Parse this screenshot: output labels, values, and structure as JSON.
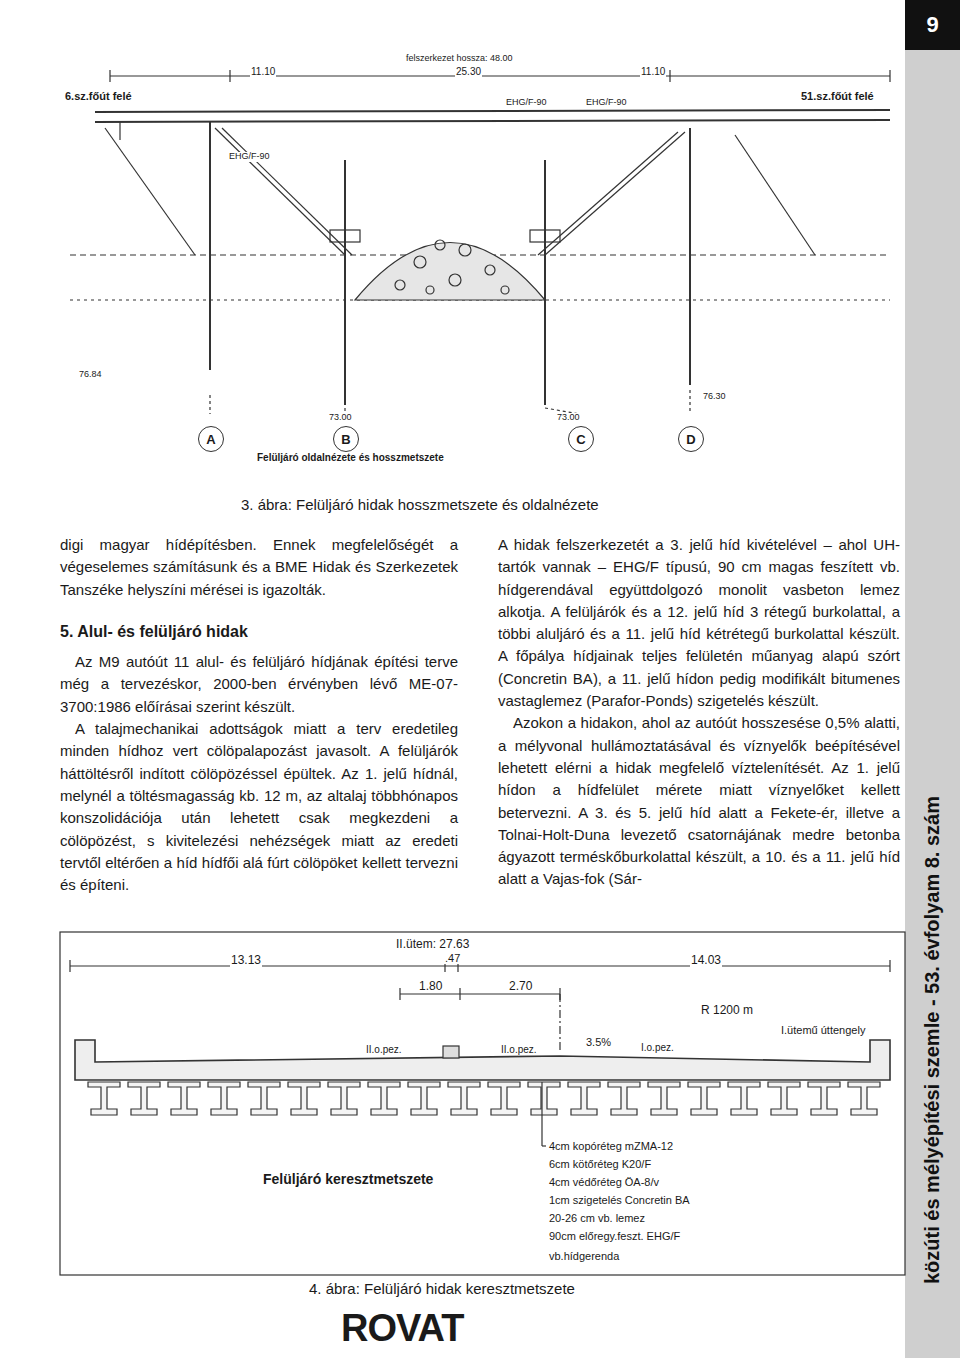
{
  "diagram": {
    "nodes": [
      {
        "text": [
          "9"
        ]
      },
      {
        "text": [
          "A"
        ]
      },
      {
        "text": [
          "B"
        ]
      },
      {
        "text": [
          "C"
        ]
      },
      {
        "text": [
          "D"
        ]
      }
    ],
    "labels": [
      "felszerkezet hossza: 48.00",
      "6.sz.főút felé",
      "51.sz.főút felé",
      "25.30",
      "11.10",
      "11.10",
      "EHG/F-90",
      "EHG/F-90",
      "EHG/F-90",
      "73.00",
      "73.00",
      "76.84",
      "76.30",
      "Felüljáró oldalnézete és hosszmetszete",
      "3. ábra: Felüljáró hidak hosszmetszete és oldalnézete",
      "digi magyar hídépítésben. Ennek megfelelőségét a végeselemes számításunk és a BME Hidak és Szerkezetek Tanszéke helyszíni mérései is igazolták.",
      "5. Alul- és felüljáró hidak",
      "Az M9 autóút 11 alul- és felüljáró hídjának építési terve még a tervezéskor, 2000-ben érvényben lévő ME-07-3700:1986 előírásai szerint készült.",
      "A talajmechanikai adottságok miatt a terv eredetileg minden hídhoz vert cölöpalapozást javasolt. A felüljárók háttöltésről indított cölöpözéssel épültek. Az 1. jelű hídnál, melynél a töltésmagasság kb. 12 m, az altalaj többhónapos konszolidációja után lehetett csak megkezdeni a cölöpözést, s kivitelezési nehézségek miatt az eredeti tervtől eltérően a híd hídfői alá fúrt cölöpöket kellett tervezni és építeni.",
      "A hidak felszerkezetét a 3. jelű híd kivételével – ahol UH-tartók vannak – EHG/F típusú, 90 cm magas feszített vb. hídgerendával együttdolgozó monolit vasbeton lemez alkotja. A felüljárók és a 12. jelű híd 3 rétegű burkolattal, a többi aluljáró és a 11. jelű híd kétrétegű burkolattal készült. A főpálya hídjainak teljes felületén műanyag alapú szórt (Concretin BA), a 11. jelű hídon pedig modifikált bitumenes vastaglemez (Parafor-Ponds) szigetelés készült.",
      "Azokon a hidakon, ahol az autóút hosszesése 0,5% alatti, a mélyvonal hullámoztatásával és víznyelők beépítésével lehetett elérni a hidak megfelelő víztelenítését. Az 1. jelű hídon a hídfelület mérete miatt víznyelőket kellett betervezni. A 3. és 5. jelű híd alatt a Fekete-ér, illetve a Tolnai-Holt-Duna levezető csatornájának medre betonba ágyazott terméskőburkolattal készült, a 10. és a 11. jelű híd alatt a Vajas-fok (Sár-",
      "II.ütem: 27.63",
      "13.13",
      ".47",
      "14.03",
      "1.80",
      "2.70",
      "R 1200 m",
      "I.ütemű úttengely",
      "3.5%",
      "II.o.pez.",
      "II.o.pez.",
      "I.o.pez.",
      "4cm kopóréteg mZMA-12",
      "6cm kötőréteg K20/F",
      "4cm védőréteg ÖA-8/v",
      "1cm szigetelés Concretin BA",
      "20-26 cm vb. lemez",
      "90cm előregy.feszt. EHG/F",
      "vb.hídgerenda",
      "Felüljáró keresztmetszete",
      "4. ábra: Felüljáró hidak keresztmetszete",
      "ROVAT",
      "közúti és mélyépítési szemle - 53. évfolyam 8. szám"
    ]
  }
}
